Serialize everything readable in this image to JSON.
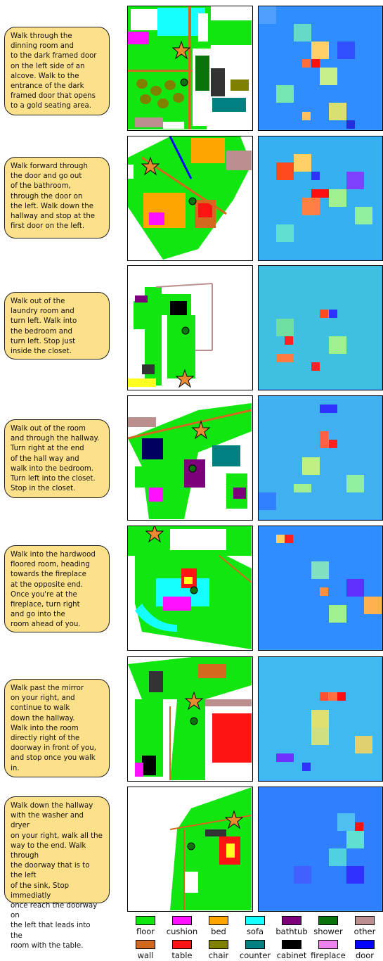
{
  "rows": [
    {
      "instruction": "Walk through the\ndinning room and\nto the dark framed door\non the left side of an\nalcove. Walk to the\nentrance of the dark\nframed door that opens\nto a gold seating area."
    },
    {
      "instruction": "Walk forward through\nthe door and go out\nof the bathroom,\nthrough the door on\nthe left.  Walk down the\nhallway and stop at the\nfirst door on the left."
    },
    {
      "instruction": "Walk out of the\nlaundry room and\nturn left. Walk into\nthe bedroom and\nturn left. Stop just\ninside the closet."
    },
    {
      "instruction": "Walk out of the room\nand through the hallway.\nTurn right at the end\nof the hall way and\nwalk into the bedroom.\nTurn left into the closet.\nStop in the closet."
    },
    {
      "instruction": "Walk into the hardwood\nfloored room, heading\ntowards the fireplace\nat the opposite end.\nOnce you're at the\nfireplace, turn right\nand go into the\nroom ahead of you."
    },
    {
      "instruction": "Walk past the mirror\non your right, and\ncontinue to walk\ndown the hallway.\nWalk into the room\ndirectly right of the\ndoorway in front of you,\nand stop once you walk in."
    },
    {
      "instruction": "Walk down the hallway\nwith the washer and dryer\non your right, walk all the\nway to the end. Walk through\nthe doorway that is to the left\nof the sink, Stop immediatly\nonce reach the doorway on\nthe left that leads into the\nroom with the table."
    }
  ],
  "legend": [
    {
      "label": "floor",
      "color": "#11e611"
    },
    {
      "label": "cushion",
      "color": "#ff10ff"
    },
    {
      "label": "bed",
      "color": "#ffa500"
    },
    {
      "label": "sofa",
      "color": "#16ffff"
    },
    {
      "label": "bathtub",
      "color": "#7b0079"
    },
    {
      "label": "shower",
      "color": "#0b730b"
    },
    {
      "label": "other",
      "color": "#bc8f8f"
    },
    {
      "label": "wall",
      "color": "#d2691e"
    },
    {
      "label": "table",
      "color": "#ff1414"
    },
    {
      "label": "chair",
      "color": "#808000"
    },
    {
      "label": "counter",
      "color": "#008080"
    },
    {
      "label": "cabinet",
      "color": "#000000"
    },
    {
      "label": "fireplace",
      "color": "#ee82ee"
    },
    {
      "label": "door",
      "color": "#0000ff"
    }
  ]
}
